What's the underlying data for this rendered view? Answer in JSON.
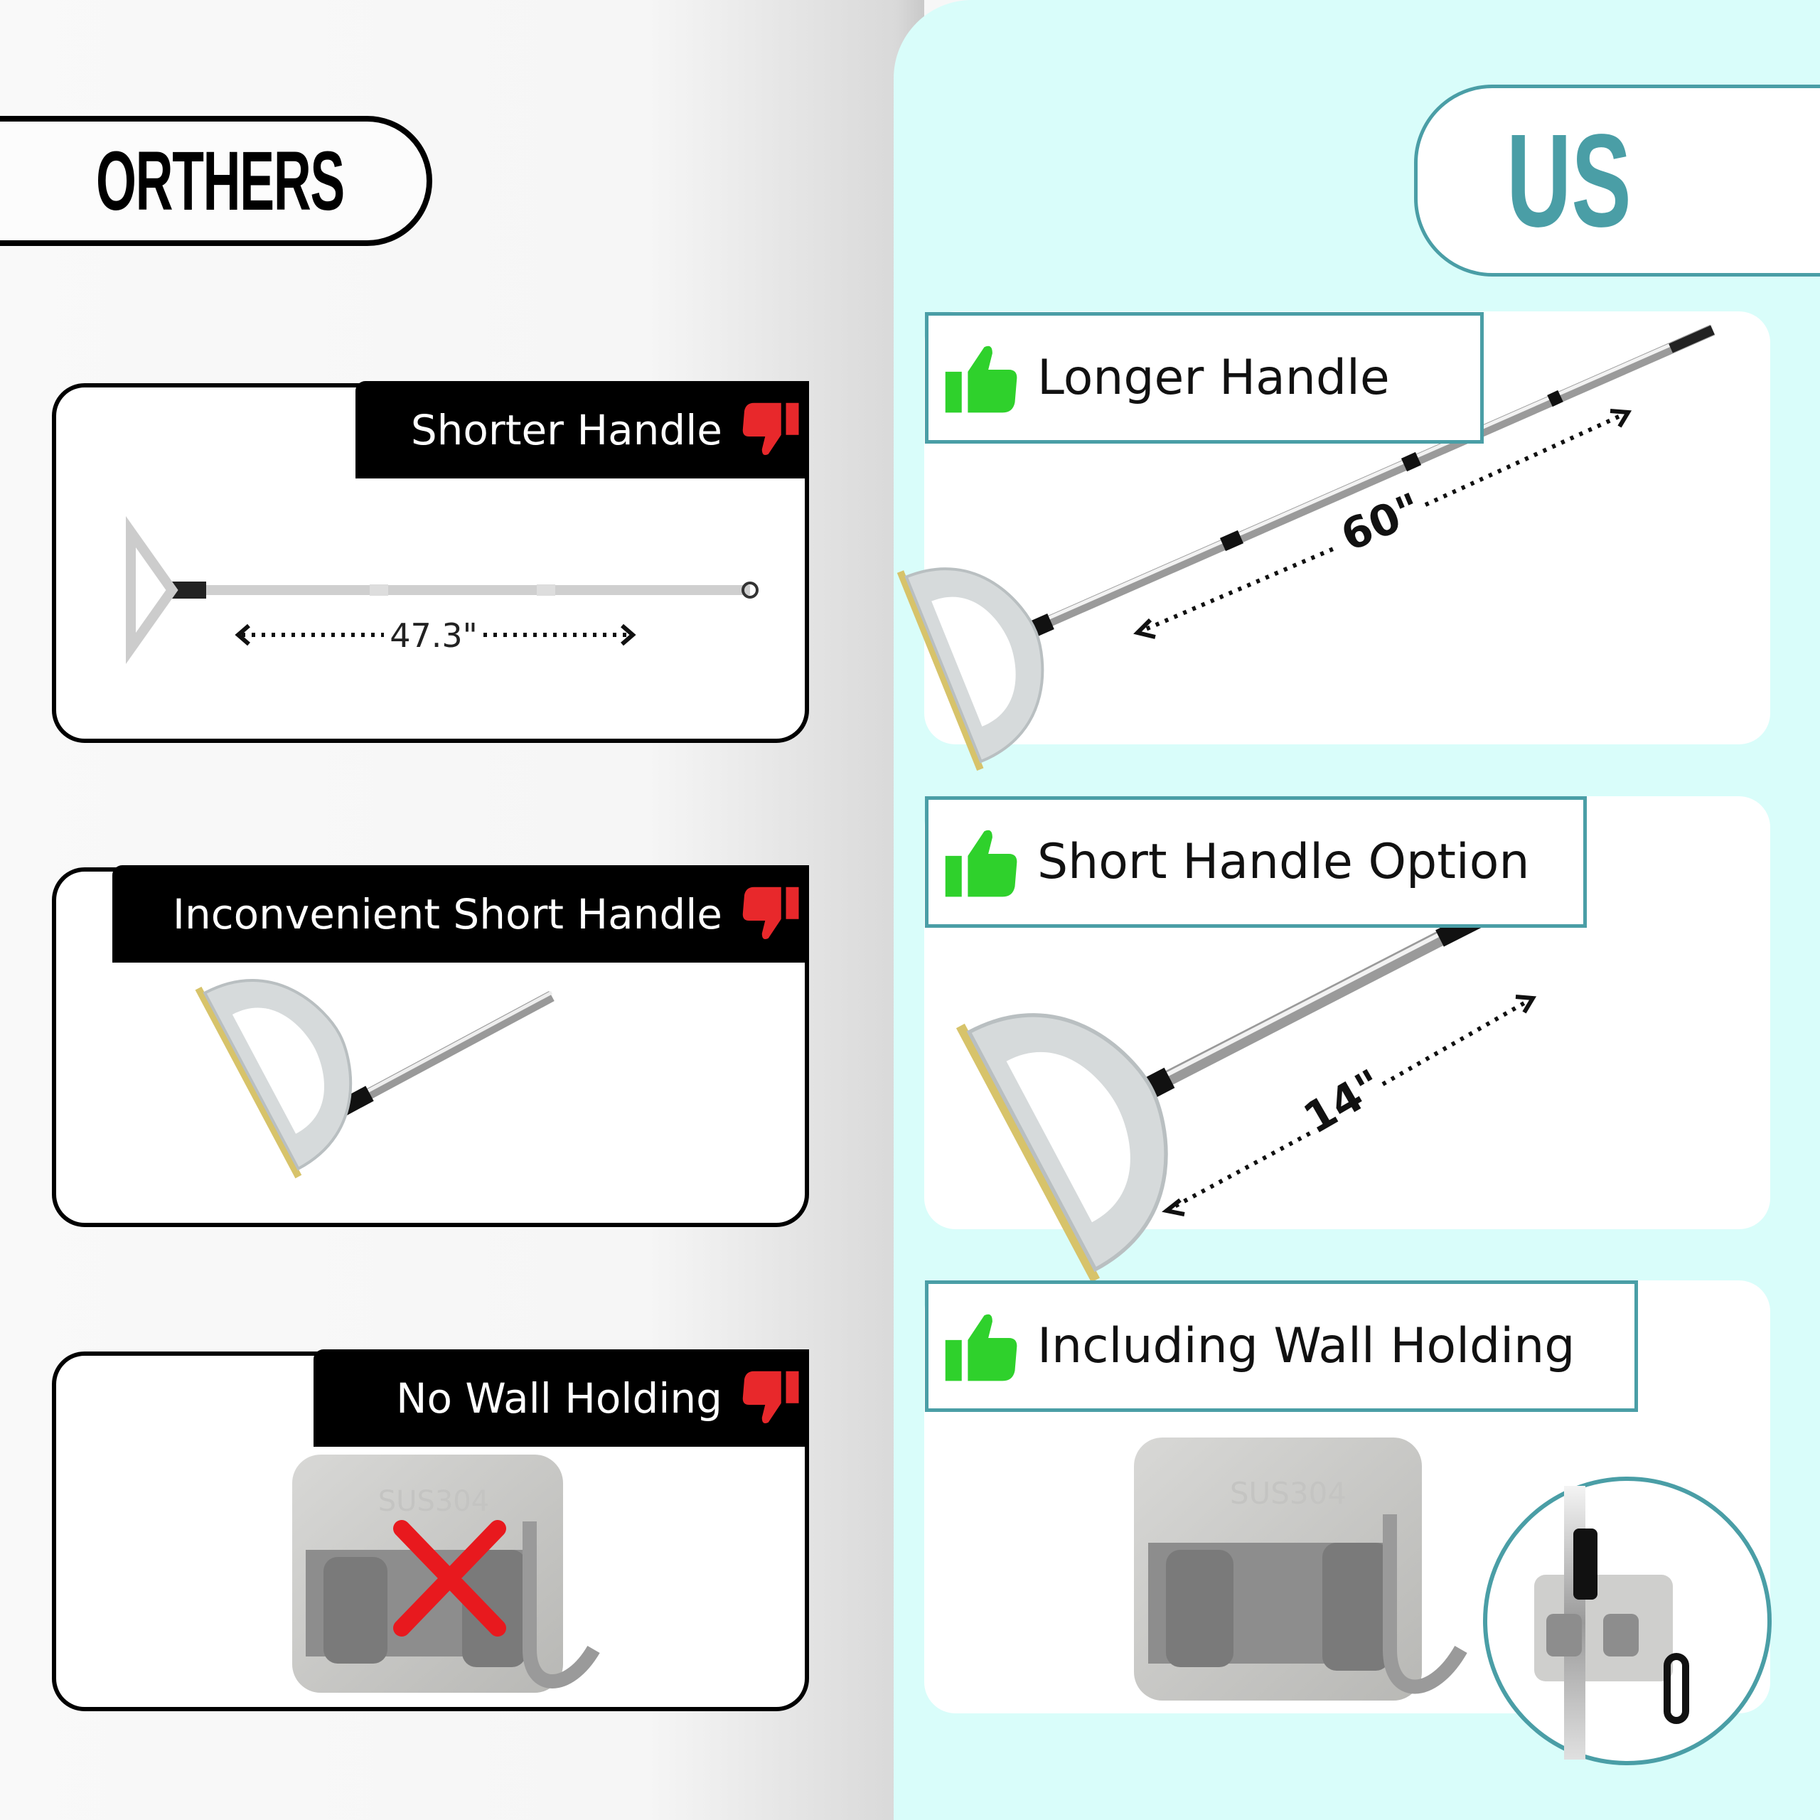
{
  "header": {
    "others_label": "ORTHERS",
    "us_label": "US"
  },
  "colors": {
    "accent_teal": "#4a9ea6",
    "right_panel_bg": "#d9fdfa",
    "thumb_up": "#2fd12c",
    "thumb_down": "#e8282b"
  },
  "others": {
    "items": [
      {
        "label": "Shorter Handle",
        "icon": "thumbs-down-icon",
        "dimension": "47.3\""
      },
      {
        "label": "Inconvenient Short Handle",
        "icon": "thumbs-down-icon"
      },
      {
        "label": "No Wall Holding",
        "icon": "thumbs-down-icon",
        "plate_text": "SUS304"
      }
    ]
  },
  "us": {
    "items": [
      {
        "label": "Longer Handle",
        "icon": "thumbs-up-icon",
        "dimension": "60\""
      },
      {
        "label": "Short Handle Option",
        "icon": "thumbs-up-icon",
        "dimension": "14\""
      },
      {
        "label": "Including Wall Holding",
        "icon": "thumbs-up-icon",
        "plate_text": "SUS304"
      }
    ]
  }
}
